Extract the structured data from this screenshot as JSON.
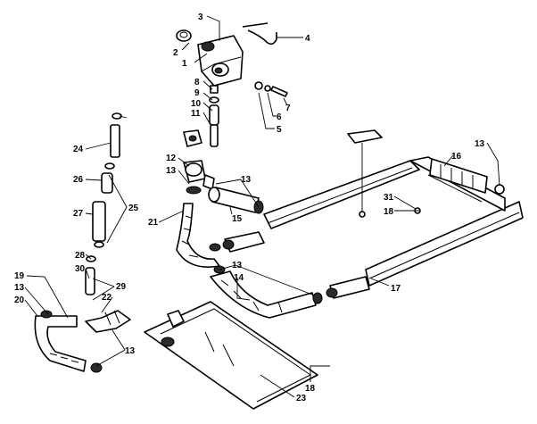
{
  "callouts": [
    {
      "id": "c1",
      "text": "1"
    },
    {
      "id": "c2",
      "text": "2"
    },
    {
      "id": "c3",
      "text": "3"
    },
    {
      "id": "c4",
      "text": "4"
    },
    {
      "id": "c5",
      "text": "5"
    },
    {
      "id": "c6",
      "text": "6"
    },
    {
      "id": "c7",
      "text": "7"
    },
    {
      "id": "c8",
      "text": "8"
    },
    {
      "id": "c9",
      "text": "9"
    },
    {
      "id": "c10",
      "text": "10"
    },
    {
      "id": "c11",
      "text": "11"
    },
    {
      "id": "c12",
      "text": "12"
    },
    {
      "id": "c13a",
      "text": "13"
    },
    {
      "id": "c13b",
      "text": "13"
    },
    {
      "id": "c13c",
      "text": "13"
    },
    {
      "id": "c13d",
      "text": "13"
    },
    {
      "id": "c13e",
      "text": "13"
    },
    {
      "id": "c13f",
      "text": "13"
    },
    {
      "id": "c14",
      "text": "14"
    },
    {
      "id": "c15",
      "text": "15"
    },
    {
      "id": "c16",
      "text": "16"
    },
    {
      "id": "c17",
      "text": "17"
    },
    {
      "id": "c18a",
      "text": "18"
    },
    {
      "id": "c18b",
      "text": "18"
    },
    {
      "id": "c19",
      "text": "19"
    },
    {
      "id": "c20",
      "text": "20"
    },
    {
      "id": "c21",
      "text": "21"
    },
    {
      "id": "c22",
      "text": "22"
    },
    {
      "id": "c23",
      "text": "23"
    },
    {
      "id": "c24",
      "text": "24"
    },
    {
      "id": "c25",
      "text": "25"
    },
    {
      "id": "c26",
      "text": "26"
    },
    {
      "id": "c27",
      "text": "27"
    },
    {
      "id": "c28",
      "text": "28"
    },
    {
      "id": "c29",
      "text": "29"
    },
    {
      "id": "c30",
      "text": "30"
    },
    {
      "id": "c31",
      "text": "31"
    }
  ]
}
